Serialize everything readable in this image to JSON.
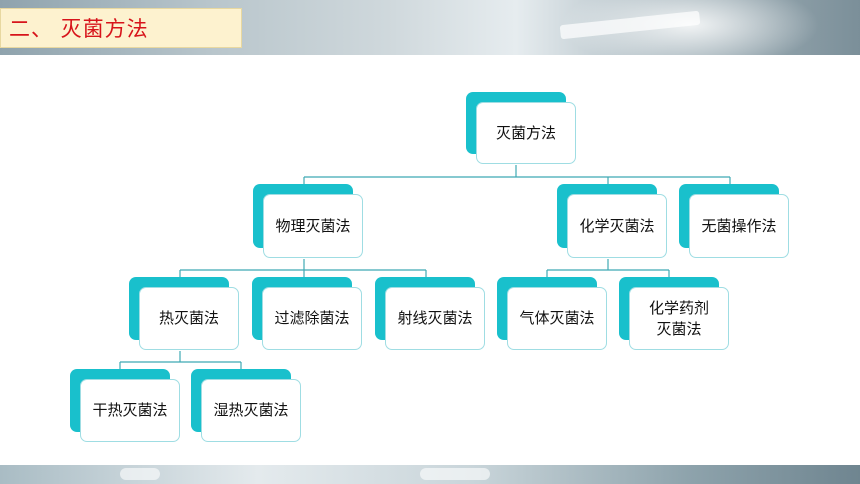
{
  "header": {
    "title": "二、 灭菌方法"
  },
  "diagram": {
    "root": "灭菌方法",
    "level1": {
      "physical": "物理灭菌法",
      "chemical": "化学灭菌法",
      "aseptic": "无菌操作法"
    },
    "level2": {
      "heat": "热灭菌法",
      "filtration": "过滤除菌法",
      "radiation": "射线灭菌法",
      "gas": "气体灭菌法",
      "chemical_agent": "化学药剂灭菌法"
    },
    "level3": {
      "dry_heat": "干热灭菌法",
      "moist_heat": "湿热灭菌法"
    }
  },
  "colors": {
    "node_accent": "#19c0cc",
    "connector": "#3fa9b3",
    "title_text": "#d7141b",
    "title_bg": "#fdf2cf"
  }
}
